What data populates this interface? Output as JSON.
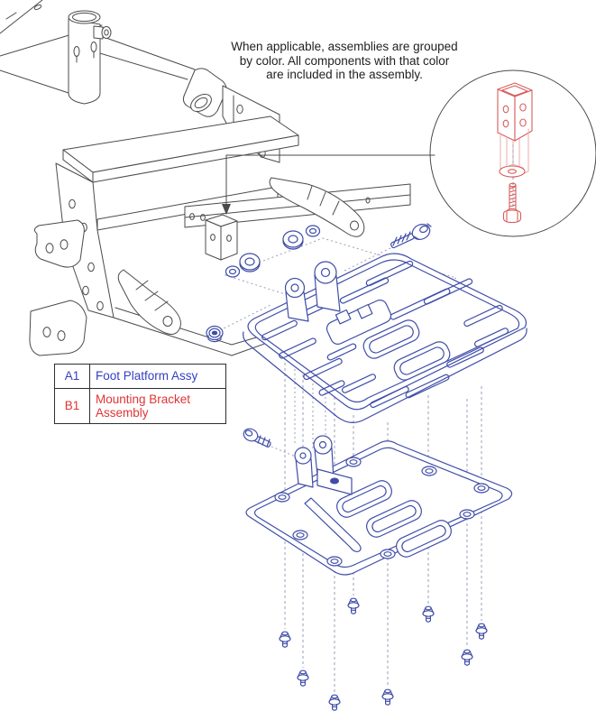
{
  "note": {
    "line1": "When applicable, assemblies are grouped",
    "line2": "by color. All components with that color",
    "line3": "are included in the assembly."
  },
  "legend": {
    "rows": [
      {
        "id": "A1",
        "label": "Foot Platform Assy",
        "color": "#3240c0"
      },
      {
        "id": "B1",
        "label": "Mounting Bracket Assembly",
        "color": "#e03434"
      }
    ]
  },
  "diagram": {
    "type": "exploded-parts-diagram",
    "assemblies": [
      {
        "id": "A1",
        "name": "Foot Platform Assy",
        "parts": [
          "foot-platform-top",
          "mounting-plate-bottom",
          "hinge-bracket",
          "platform-screws"
        ]
      },
      {
        "id": "B1",
        "name": "Mounting Bracket Assembly",
        "parts": [
          "mounting-bracket",
          "washer",
          "hex-bolt"
        ]
      }
    ],
    "detail_circle_parts": [
      "mounting-bracket",
      "washer",
      "hex-bolt"
    ],
    "loose_hardware": [
      "hex-bolt",
      "spacer",
      "washer",
      "spacer",
      "washer",
      "lock-nut",
      "button-screw"
    ],
    "bottom_screw_count": 8
  },
  "colors": {
    "frame": "#4b4b4b",
    "blue": "#3f4da8",
    "red": "#d95c5c",
    "red_light": "#eeadad",
    "construct": "#9aa0b4",
    "legend_blue": "#3240c0",
    "legend_red": "#e03434",
    "ink": "#1f1f1f"
  }
}
